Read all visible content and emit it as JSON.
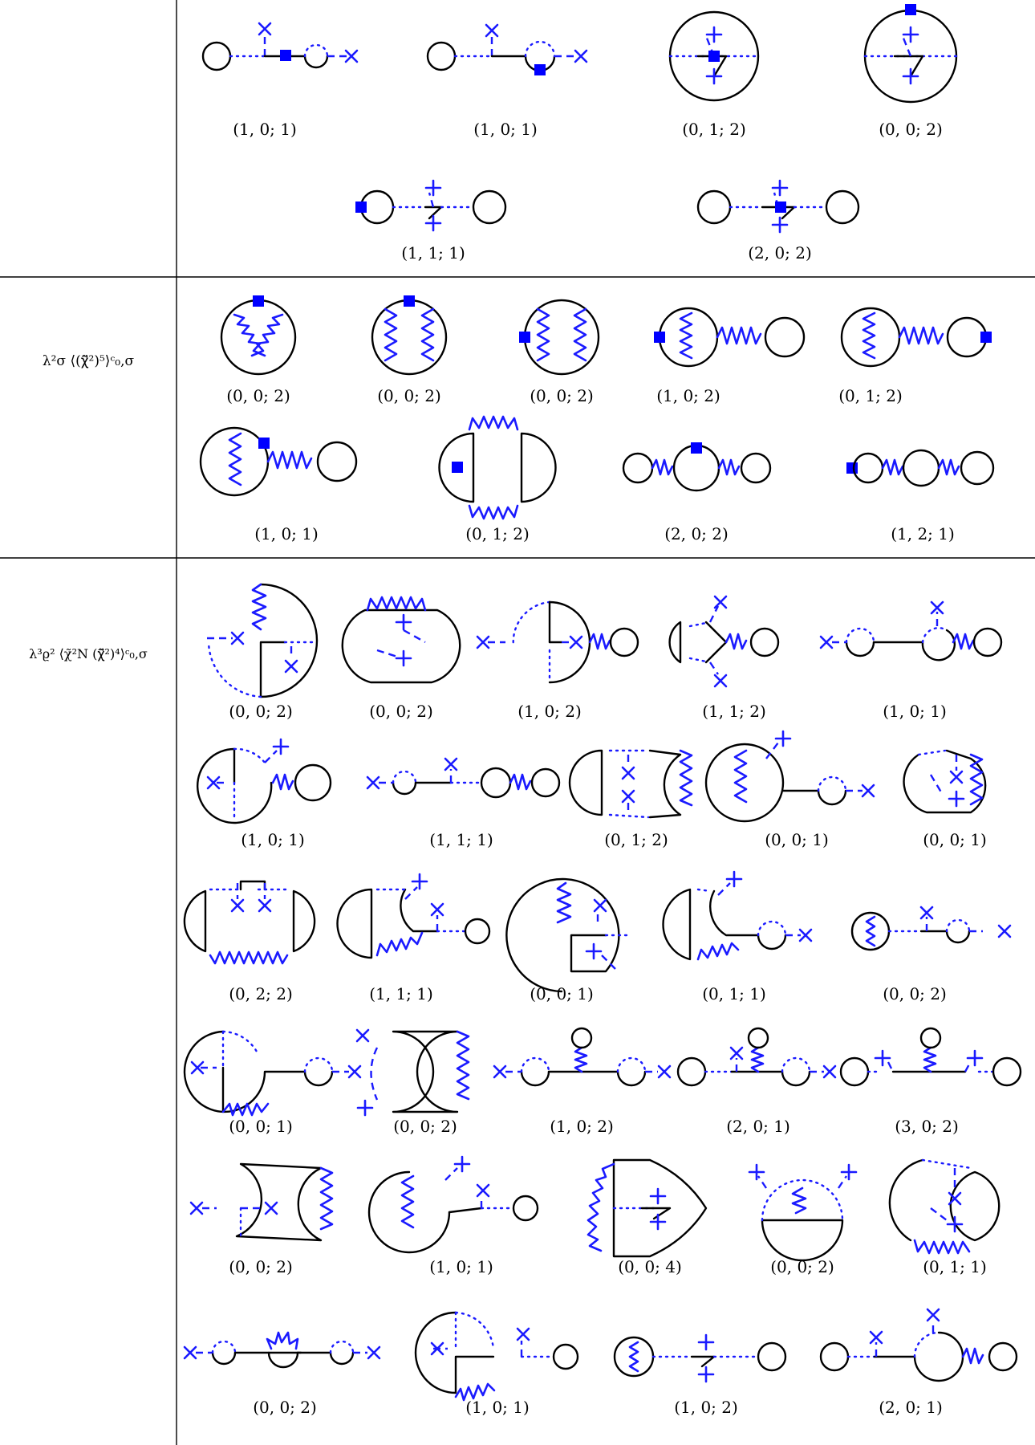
{
  "rows": [
    {
      "label": ""
    },
    {
      "label": "λ²σ ⟨(χ̃⃗²)⁵⟩ᶜ₀,σ"
    },
    {
      "label": "λ³ϱ² ⟨χ̃²N (χ̃⃗²)⁴⟩ᶜ₀,σ"
    }
  ],
  "diagram_labels": [
    "(1, 0; 1)",
    "(1, 0; 1)",
    "(0, 1; 2)",
    "(0, 0; 2)",
    "(1, 1; 1)",
    "(2, 0; 2)",
    "(0, 0; 2)",
    "(0, 0; 2)",
    "(0, 0; 2)",
    "(1, 0; 2)",
    "(0, 1; 2)",
    "(1, 0; 1)",
    "(0, 1; 2)",
    "(2, 0; 2)",
    "(1, 2; 1)",
    "(0, 0; 2)",
    "(0, 0; 2)",
    "(1, 0; 2)",
    "(1, 1; 2)",
    "(1, 0; 1)",
    "(1, 0; 1)",
    "(1, 1; 1)",
    "(0, 1; 2)",
    "(0, 0; 1)",
    "(0, 0; 1)",
    "(0, 2; 2)",
    "(1, 1; 1)",
    "(0, 0; 1)",
    "(0, 1; 1)",
    "(0, 0; 2)",
    "(0, 0; 1)",
    "(0, 0; 2)",
    "(1, 0; 2)",
    "(2, 0; 1)",
    "(3, 0; 2)",
    "(0, 0; 2)",
    "(1, 0; 1)",
    "(0, 0; 4)",
    "(0, 0; 2)",
    "(0, 1; 1)",
    "(0, 0; 2)",
    "(1, 0; 1)",
    "(1, 0; 2)",
    "(2, 0; 1)"
  ],
  "colors": {
    "line": "#000000",
    "propagator": "#1a1aff",
    "vertex_square": "#0000ff"
  }
}
